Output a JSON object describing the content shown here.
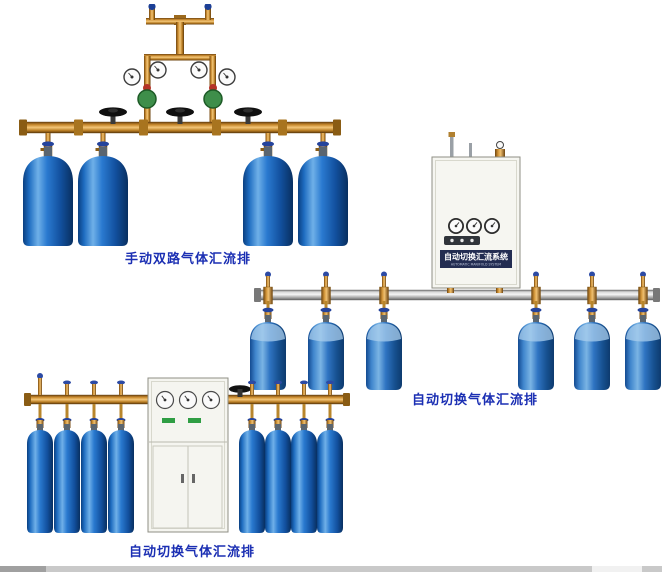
{
  "page": {
    "background_color": "#ffffff"
  },
  "products": [
    {
      "id": "manual-dual-manifold",
      "caption": "手动双路气体汇流排"
    },
    {
      "id": "auto-switch-manifold-wall",
      "caption": "自动切换气体汇流排"
    },
    {
      "id": "auto-switch-manifold-floor",
      "caption": "自动切换气体汇流排"
    }
  ],
  "cabinet": {
    "title": "自动切换汇流系统",
    "subtitle": "AUTOMATIC MANIFOLD SYSTEM"
  },
  "colors": {
    "caption_text": "#1b2fb3",
    "cylinder_blue": "#2a7ad0",
    "brass_pipe": "#c98a2e",
    "steel_pipe": "#cfcfcf",
    "cabinet_body": "#f5f5f0",
    "cabinet_title_strip": "#232d52",
    "valve_handwheel_black": "#111111",
    "valve_handwheel_blue": "#24439c"
  }
}
